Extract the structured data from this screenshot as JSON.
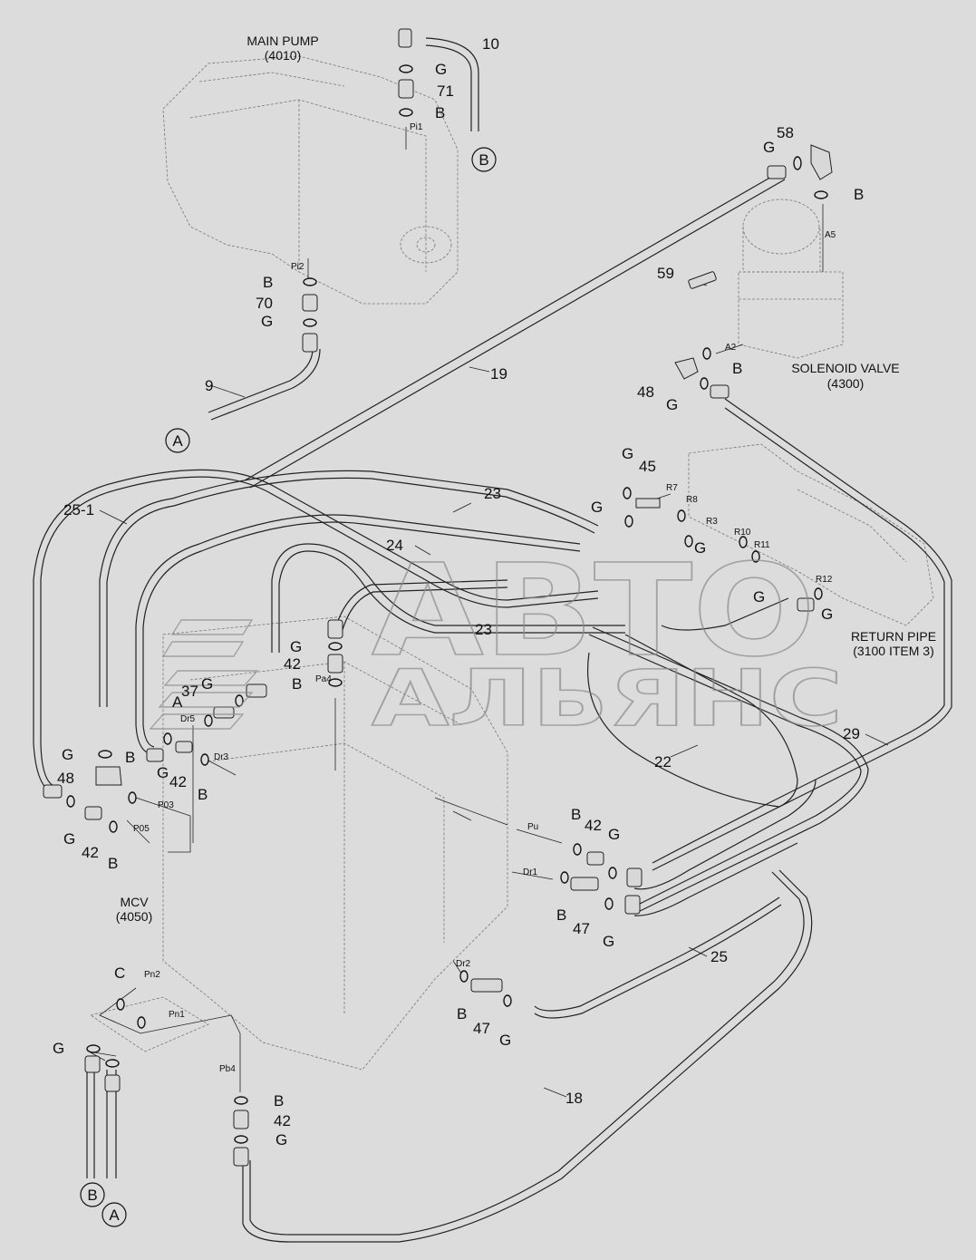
{
  "components": {
    "main_pump": {
      "name": "MAIN PUMP",
      "code": "(4010)"
    },
    "solenoid_valve": {
      "name": "SOLENOID VALVE",
      "code": "(4300)"
    },
    "return_pipe": {
      "name": "RETURN PIPE",
      "code": "(3100 ITEM 3)"
    },
    "mcv": {
      "name": "MCV",
      "code": "(4050)"
    }
  },
  "part_numbers": {
    "p10": "10",
    "p71": "71",
    "p58": "58",
    "p70": "70",
    "p9": "9",
    "p19": "19",
    "p59": "59",
    "p48a": "48",
    "p45": "45",
    "p23a": "23",
    "p24": "24",
    "p25_1": "25-1",
    "p23b": "23",
    "p42a": "42",
    "p37": "37",
    "p48b": "48",
    "p42b": "42",
    "p42c": "42",
    "p22": "22",
    "p29": "29",
    "p42d": "42",
    "p47a": "47",
    "p25": "25",
    "p47b": "47",
    "p18": "18",
    "p42e": "42"
  },
  "seal_labels": {
    "g": "G",
    "b": "B",
    "c": "C"
  },
  "connector_labels": {
    "a": "A",
    "b": "B"
  },
  "ports": {
    "pi1": "Pi1",
    "pi2": "Pi2",
    "a5": "A5",
    "a2": "A2",
    "r7": "R7",
    "r8": "R8",
    "r3": "R3",
    "r10": "R10",
    "r11": "R11",
    "r12": "R12",
    "pa4": "Pa4",
    "dr5": "Dr5",
    "dr3": "Dr3",
    "p03": "P03",
    "p05": "P05",
    "pu": "Pu",
    "dr1": "Dr1",
    "dr2": "Dr2",
    "pn2": "Pn2",
    "pn1": "Pn1",
    "pb4": "Pb4"
  },
  "watermark": {
    "line1": "АВТО",
    "line2": "АЛЬЯНС"
  }
}
